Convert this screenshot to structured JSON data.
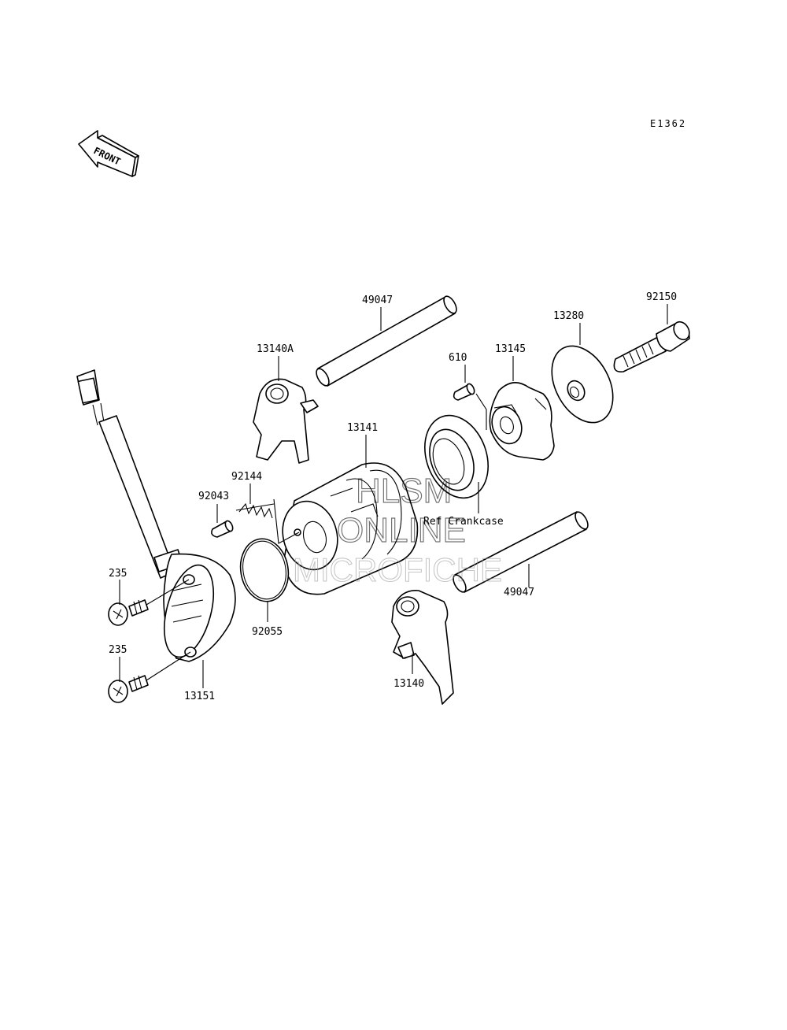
{
  "diagram_code": "E1362",
  "front_label": "FRONT",
  "ref_note": "Ref Crankcase",
  "watermark": [
    "HLSM",
    "ONLINE",
    "MICROFICHE"
  ],
  "parts": [
    {
      "id": "p1",
      "label": "49047"
    },
    {
      "id": "p2",
      "label": "92150"
    },
    {
      "id": "p3",
      "label": "13280"
    },
    {
      "id": "p4",
      "label": "13140A"
    },
    {
      "id": "p5",
      "label": "610"
    },
    {
      "id": "p6",
      "label": "13145"
    },
    {
      "id": "p7",
      "label": "13141"
    },
    {
      "id": "p8",
      "label": "92144"
    },
    {
      "id": "p9",
      "label": "92043"
    },
    {
      "id": "p10",
      "label": "49047"
    },
    {
      "id": "p11",
      "label": "235"
    },
    {
      "id": "p12",
      "label": "92055"
    },
    {
      "id": "p13",
      "label": "235"
    },
    {
      "id": "p14",
      "label": "13140"
    },
    {
      "id": "p15",
      "label": "13151"
    }
  ]
}
